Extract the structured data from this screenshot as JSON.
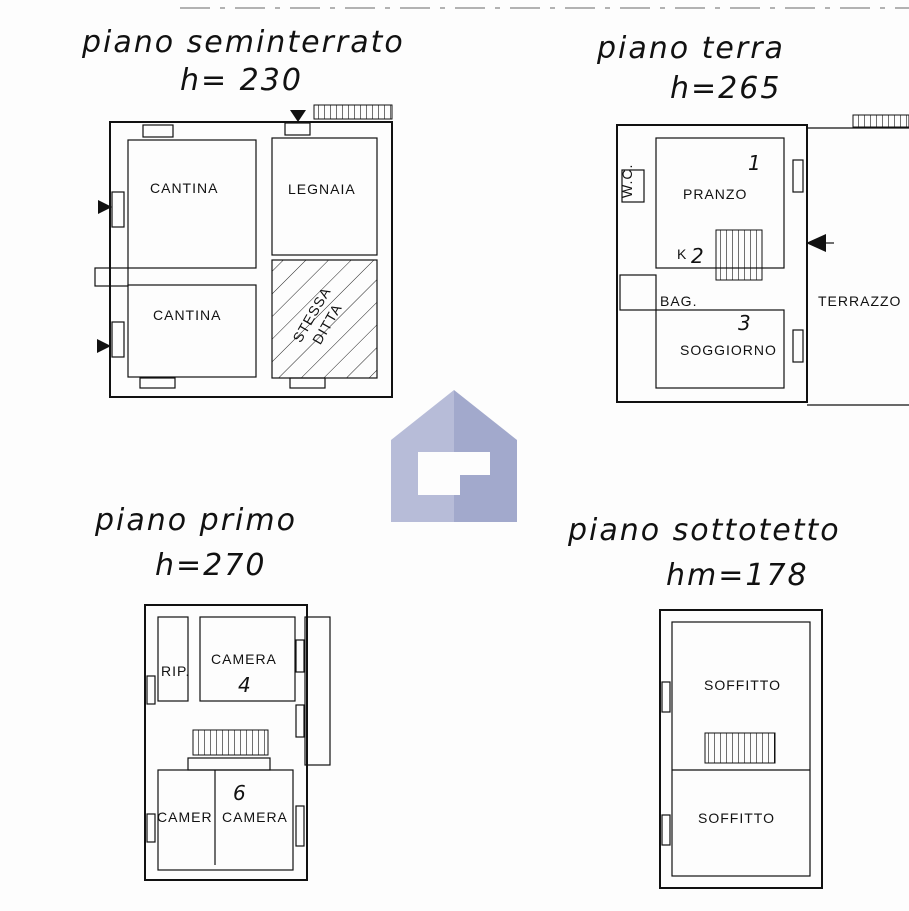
{
  "plans": [
    {
      "title": "piano seminterrato",
      "height": "h= 230",
      "rooms": [
        "CANTINA",
        "LEGNAIA",
        "CANTINA",
        "STESSA",
        "DITTA"
      ]
    },
    {
      "title": "piano terra",
      "height": "h=265",
      "rooms": [
        "W.C.",
        "PRANZO",
        "K",
        "BAG.",
        "SOGGIORNO",
        "TERRAZZO"
      ],
      "numbers": [
        "1",
        "2",
        "3"
      ]
    },
    {
      "title": "piano primo",
      "height": "h=270",
      "rooms": [
        "RIP.",
        "CAMERA",
        "CAMER",
        "CAMERA"
      ],
      "numbers": [
        "4",
        "6"
      ]
    },
    {
      "title": "piano sottotetto",
      "height": "hm=178",
      "rooms": [
        "SOFFITTO",
        "SOFFITTO"
      ]
    }
  ],
  "colors": {
    "logo_light": "#b7bcd8",
    "logo_dark": "#a2a9cc"
  }
}
